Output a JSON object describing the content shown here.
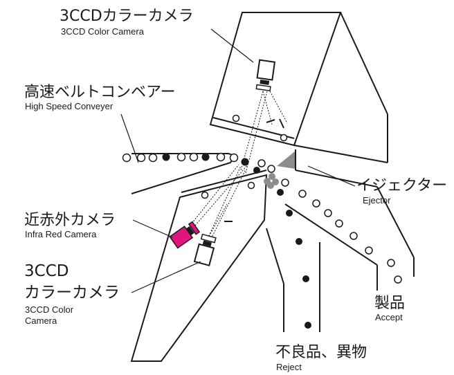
{
  "labels": {
    "top_camera_jp": "3CCDカラーカメラ",
    "top_camera_en": "3CCD Color Camera",
    "conveyor_jp": "高速ベルトコンベアー",
    "conveyor_en": "High Speed Conveyer",
    "ejector_jp": "イジェクター",
    "ejector_en": "Ejector",
    "ir_camera_jp": "近赤外カメラ",
    "ir_camera_en": "Infra Red Camera",
    "bottom_camera_jp_line1": "3CCD",
    "bottom_camera_jp_line2": "カラーカメラ",
    "bottom_camera_en_line1": "3CCD Color",
    "bottom_camera_en_line2": "Camera",
    "accept_jp": "製品",
    "accept_en": "Accept",
    "reject_jp": "不良品、異物",
    "reject_en": "Reject"
  },
  "colors": {
    "ink": "#1a1a1a",
    "ir_camera": "#e0167f",
    "ejector": "#8c8c8c",
    "background": "#ffffff"
  }
}
